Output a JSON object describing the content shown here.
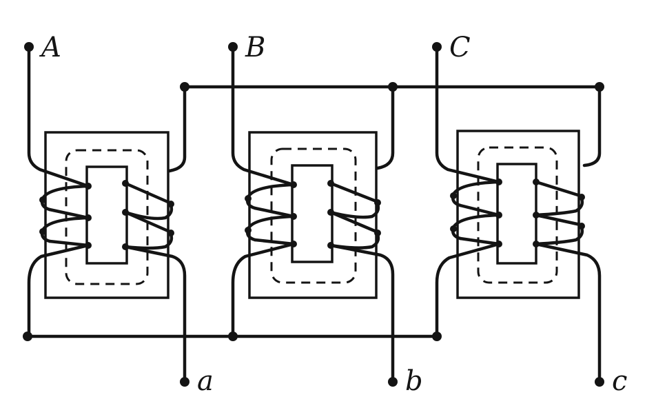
{
  "terminals": {
    "primary": [
      "A",
      "B",
      "C"
    ],
    "secondary": [
      "a",
      "b",
      "c"
    ]
  },
  "colors": {
    "ink": "#141414",
    "background": "#ffffff"
  }
}
